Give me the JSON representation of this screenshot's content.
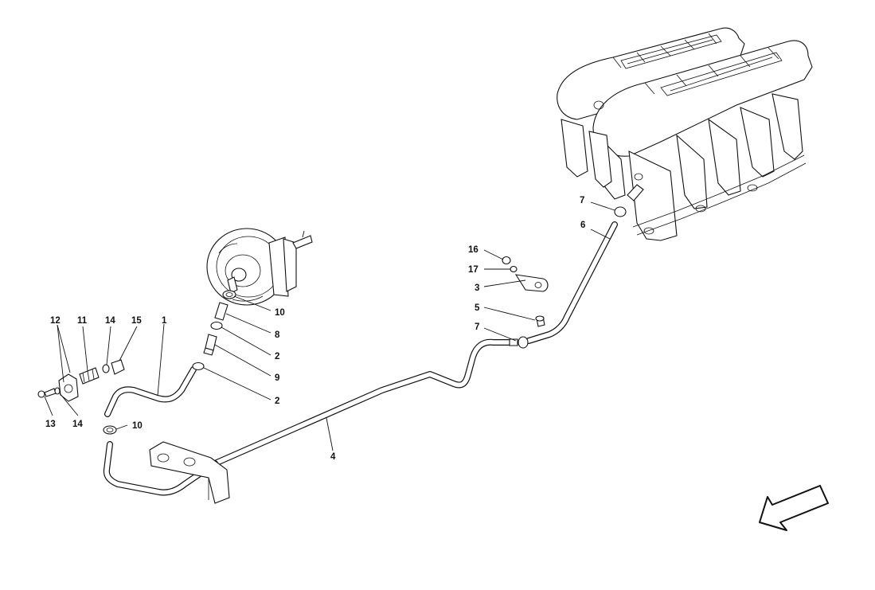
{
  "callouts": [
    {
      "id": "c1",
      "text": "1"
    },
    {
      "id": "c2a",
      "text": "2"
    },
    {
      "id": "c2b",
      "text": "2"
    },
    {
      "id": "c3",
      "text": "3"
    },
    {
      "id": "c4",
      "text": "4"
    },
    {
      "id": "c5",
      "text": "5"
    },
    {
      "id": "c6",
      "text": "6"
    },
    {
      "id": "c7a",
      "text": "7"
    },
    {
      "id": "c7b",
      "text": "7"
    },
    {
      "id": "c8",
      "text": "8"
    },
    {
      "id": "c9",
      "text": "9"
    },
    {
      "id": "c10a",
      "text": "10"
    },
    {
      "id": "c10b",
      "text": "10"
    },
    {
      "id": "c11",
      "text": "11"
    },
    {
      "id": "c12",
      "text": "12"
    },
    {
      "id": "c13",
      "text": "13"
    },
    {
      "id": "c14a",
      "text": "14"
    },
    {
      "id": "c14b",
      "text": "14"
    },
    {
      "id": "c15",
      "text": "15"
    },
    {
      "id": "c16",
      "text": "16"
    },
    {
      "id": "c17",
      "text": "17"
    }
  ],
  "direction_arrow": {
    "icon": "direction-arrow-icon"
  }
}
